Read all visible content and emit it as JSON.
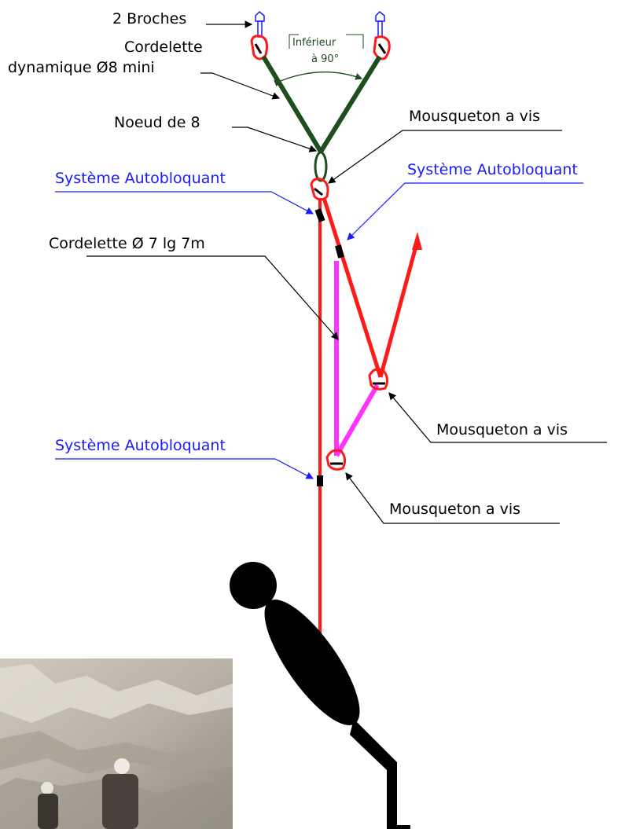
{
  "labels": {
    "broches": "2 Broches",
    "cordelette_dyn_1": "Cordelette",
    "cordelette_dyn_2": "dynamique Ø8 mini",
    "angle_1": "Inférieur",
    "angle_2": "à 90°",
    "noeud": "Noeud de 8",
    "mousqueton_top": "Mousqueton a vis",
    "autobloquant_left_top": "Système Autobloquant",
    "autobloquant_right_top": "Système Autobloquant",
    "cordelette_7": "Cordelette Ø 7 lg 7m",
    "mousqueton_mid": "Mousqueton a vis",
    "autobloquant_left_bottom": "Système Autobloquant",
    "mousqueton_bottom": "Mousqueton a vis"
  },
  "colors": {
    "rope_red": "#ff1a1a",
    "cord_magenta": "#ff33ff",
    "cord_green": "#1e4d1e",
    "label_blue": "#1a1aff",
    "figure": "#000000"
  },
  "photo": {
    "icon": "photo-rock-face-climbers"
  }
}
